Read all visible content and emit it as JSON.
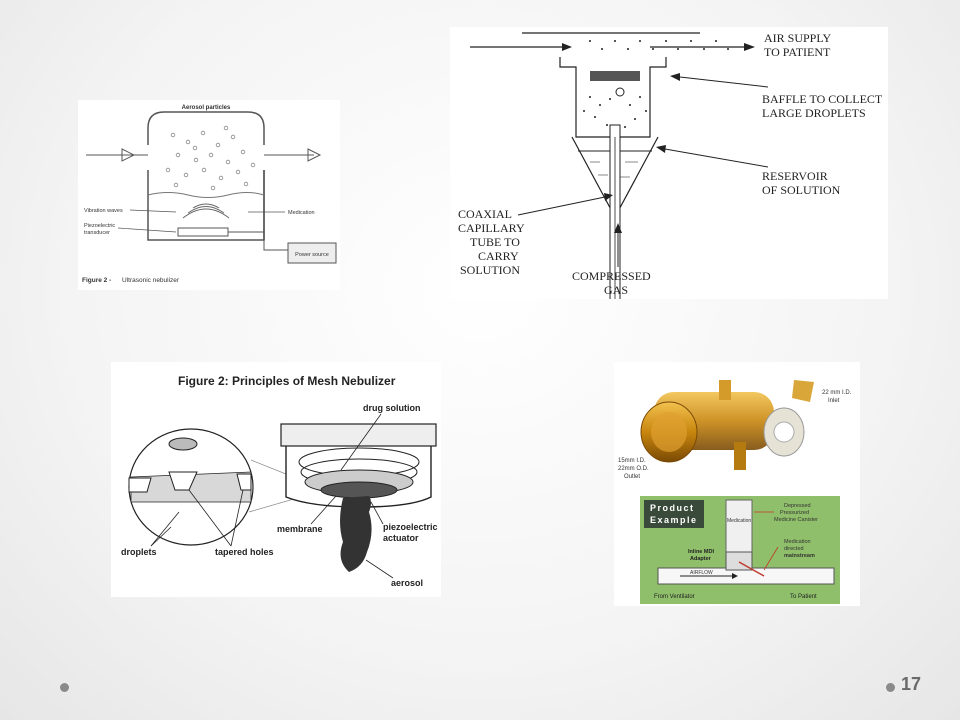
{
  "slide": {
    "page_number": "17"
  },
  "ultrasonic": {
    "particles_label": "Aerosol particles",
    "vibration_label": "Vibration waves",
    "medication_label": "Medication",
    "transducer_label_1": "Piezoelectric",
    "transducer_label_2": "transducer",
    "power_label": "Power source",
    "caption_fig": "Figure 2 -",
    "caption_text": "Ultrasonic nebulizer"
  },
  "jet": {
    "air_supply_1": "AIR SUPPLY",
    "air_supply_2": "TO PATIENT",
    "baffle_1": "BAFFLE TO COLLECT",
    "baffle_2": "LARGE DROPLETS",
    "reservoir_1": "RESERVOIR",
    "reservoir_2": "OF SOLUTION",
    "capillary_1": "COAXIAL",
    "capillary_2": "CAPILLARY",
    "capillary_3": "TUBE TO",
    "capillary_4": "CARRY",
    "capillary_5": "SOLUTION",
    "gas_1": "COMPRESSED",
    "gas_2": "GAS"
  },
  "mesh": {
    "title": "Figure 2: Principles of Mesh Nebulizer",
    "drug_solution": "drug solution",
    "membrane": "membrane",
    "actuator_1": "piezoelectric",
    "actuator_2": "actuator",
    "aerosol": "aerosol",
    "droplets": "droplets",
    "holes": "tapered holes"
  },
  "product": {
    "inlet_1": "22 mm I.D.",
    "inlet_2": "Inlet",
    "outlet_1": "15mm I.D.",
    "outlet_2": "22mm O.D.",
    "outlet_3": "Outlet",
    "box_title_1": "Product",
    "box_title_2": "Example",
    "canister_1": "Depressed",
    "canister_2": "Pressurized",
    "canister_3": "Medicine Canister",
    "medication_tag": "Medication",
    "directed_1": "Medication",
    "directed_2": "directed",
    "directed_3": "mainstream",
    "adapter_1": "Inline MDI",
    "adapter_2": "Adapter",
    "airflow": "AIRFLOW",
    "from": "From Ventilator",
    "to": "To Patient"
  },
  "colors": {
    "amber": "#c8860e",
    "green_box": "#8fbf6a",
    "arrow_red": "#c0392b"
  }
}
